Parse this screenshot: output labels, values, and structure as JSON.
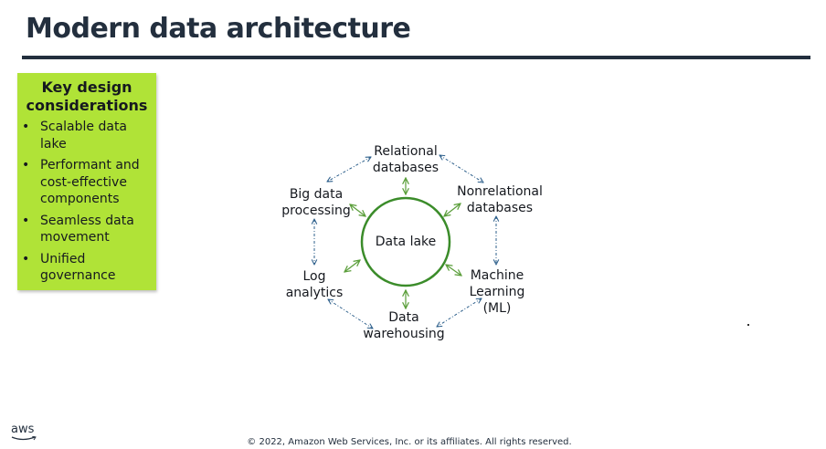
{
  "title": "Modern data architecture",
  "considerations": {
    "heading": "Key design considerations",
    "items": [
      "Scalable data lake",
      "Performant and cost-effective components",
      "Seamless data movement",
      "Unified governance"
    ]
  },
  "diagram": {
    "center": "Data lake",
    "nodes": [
      "Relational databases",
      "Nonrelational databases",
      "Machine Learning (ML)",
      "Data warehousing",
      "Log analytics",
      "Big data processing"
    ]
  },
  "colors": {
    "accent": "#b0e337",
    "circle": "#3b8c2a",
    "dashed": "#2d5f8b",
    "title": "#232f3e"
  },
  "logo": "aws",
  "footer": "© 2022, Amazon Web Services, Inc. or its affiliates. All rights reserved."
}
